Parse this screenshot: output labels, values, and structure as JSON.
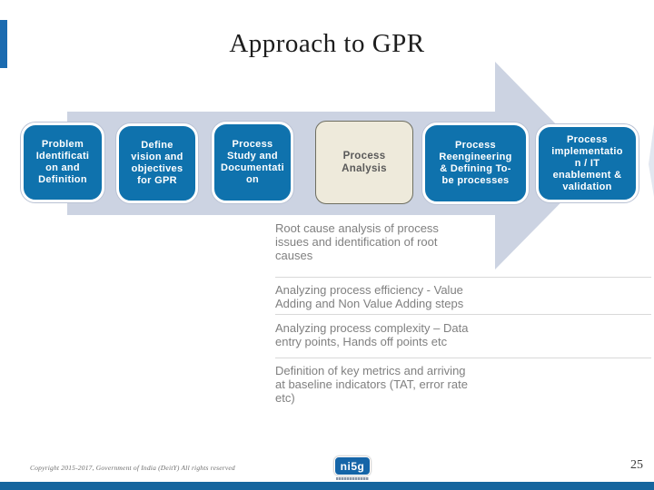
{
  "slide": {
    "title": "Approach to GPR",
    "page_number": "25",
    "colors": {
      "step_blue": "#0f72ad",
      "step_cream_bg": "#eeeadb",
      "step_cream_text": "#595959",
      "arrow": "#ccd3e2",
      "accent_bar": "#1b6bb0",
      "bottom_bar": "#15659e",
      "note_text": "#808080"
    },
    "steps": [
      {
        "label": "Problem\nIdentificati\non and\nDefinition"
      },
      {
        "label": "Define\nvision and\nobjectives\nfor GPR"
      },
      {
        "label": "Process\nStudy and\nDocumentati\non"
      },
      {
        "label": "Process\nAnalysis"
      },
      {
        "label": "Process\nReengineering\n& Defining To-\nbe processes"
      },
      {
        "label": "Process\nimplementatio\nn  / IT\nenablement &\nvalidation"
      }
    ],
    "notes": [
      "Root cause analysis of process\nissues and identification of root\ncauses",
      "Analyzing process efficiency - Value\nAdding and Non Value Adding steps",
      "Analyzing process complexity – Data\nentry points, Hands off points etc",
      "Definition of key metrics and arriving\nat baseline indicators (TAT, error rate\netc)"
    ],
    "footer": {
      "copyright": "Copyright 2015-2017, Government of India (DeitY) All rights reserved",
      "logo_text": "ni5g"
    }
  }
}
